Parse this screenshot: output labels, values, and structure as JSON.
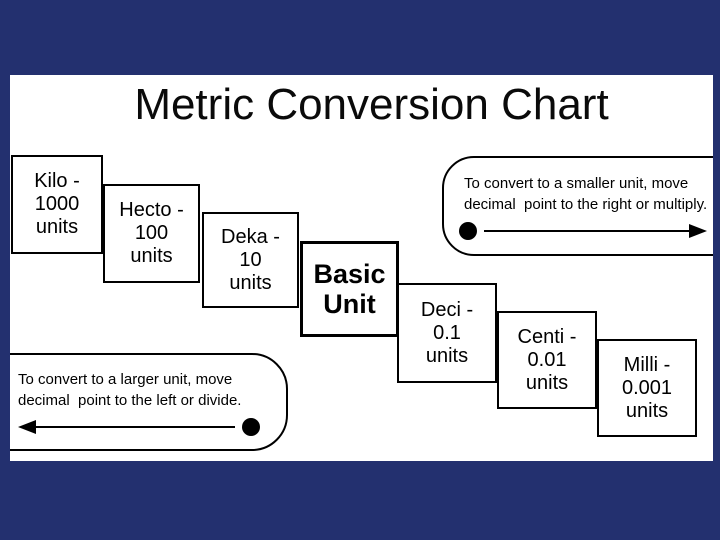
{
  "colors": {
    "background": "#23306F",
    "slide": "#FFFFFF",
    "stroke": "#000000",
    "text": "#000000"
  },
  "slide": {
    "title": "Metric Conversion Chart",
    "steps": [
      {
        "id": "kilo",
        "label": "Kilo -\n1000\nunits"
      },
      {
        "id": "hecto",
        "label": "Hecto -\n100\nunits"
      },
      {
        "id": "deka",
        "label": "Deka -\n10\nunits"
      },
      {
        "id": "basic",
        "label": "Basic\nUnit"
      },
      {
        "id": "deci",
        "label": "Deci -\n0.1\nunits"
      },
      {
        "id": "centi",
        "label": "Centi -\n0.01\nunits"
      },
      {
        "id": "milli",
        "label": "Milli -\n0.001\nunits"
      }
    ],
    "notes": {
      "smaller": {
        "text": "To convert to a smaller unit, move\ndecimal  point to the right or multiply.",
        "arrow_direction": "right",
        "icons": [
          "dot-icon",
          "arrow-right-icon"
        ]
      },
      "larger": {
        "text": "To convert to a larger unit, move\ndecimal  point to the left or divide.",
        "arrow_direction": "left",
        "icons": [
          "arrow-left-icon",
          "dot-icon"
        ]
      }
    }
  }
}
